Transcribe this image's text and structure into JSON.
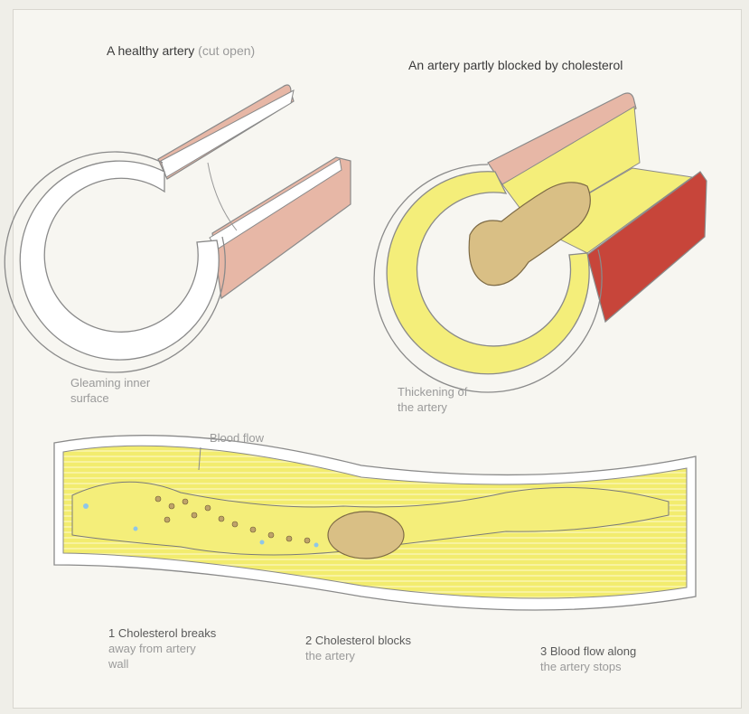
{
  "labels": {
    "healthy_title": "A healthy artery",
    "healthy_title_faint": "(cut open)",
    "blocked_title": "An artery partly blocked by cholesterol",
    "healthy_note_line1": "Gleaming inner",
    "healthy_note_line2": "surface",
    "blocked_note_line1": "Thickening of",
    "blocked_note_line2": "the artery",
    "blood_flow": "Blood flow",
    "step1_line1": "1 Cholesterol breaks",
    "step1_line2": "away from artery",
    "step1_line3": "wall",
    "step2_line1": "2 Cholesterol blocks",
    "step2_line2": "the artery",
    "step3_line1": "3 Blood flow along",
    "step3_line2": "the artery stops"
  },
  "colors": {
    "artery_wall": "#e7b7a6",
    "artery_wall_dark": "#c7453a",
    "cholesterol": "#f4ee7a",
    "plaque": "#d9bf85",
    "outline": "#8a8a8a"
  }
}
